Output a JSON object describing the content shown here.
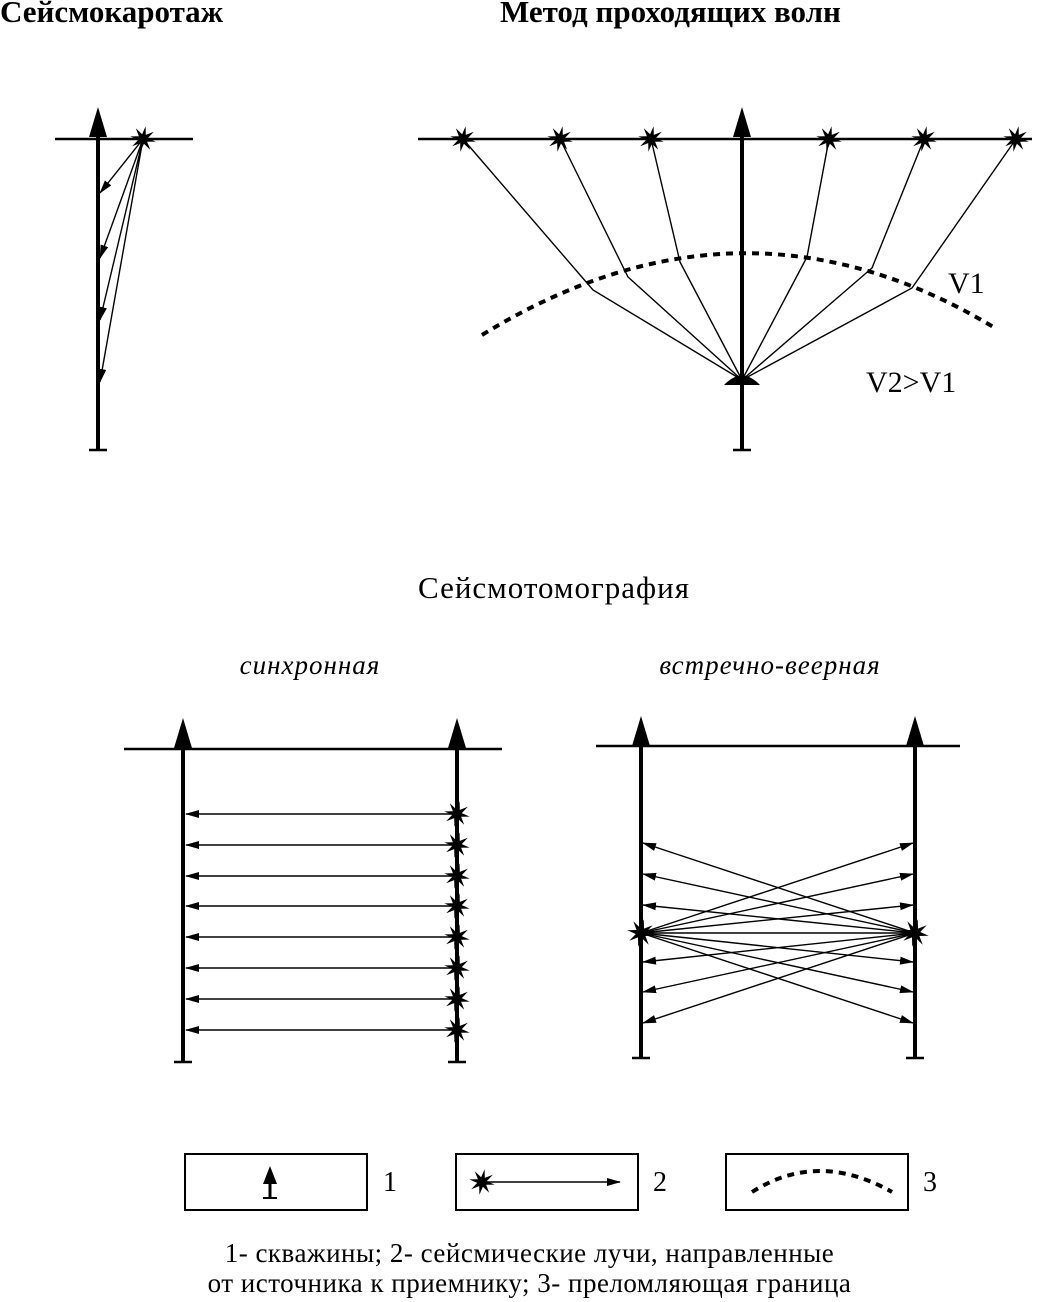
{
  "titles": {
    "seismic_logging": "Сейсмокаротаж",
    "transmitted_waves": "Метод проходящих волн",
    "tomography": "Сейсмотомография",
    "synchronous": "синхронная",
    "counter_fan": "встречно-веерная"
  },
  "labels": {
    "v1": "V1",
    "v2": "V2>V1"
  },
  "legend": {
    "items": [
      {
        "number": "1",
        "symbol": "well-icon"
      },
      {
        "number": "2",
        "symbol": "ray-icon"
      },
      {
        "number": "3",
        "symbol": "refracting-boundary-icon"
      }
    ],
    "caption_line1": "1- скважины; 2- сейсмические лучи, направленные",
    "caption_line2": "от источника к приемнику; 3- преломляющая граница"
  },
  "colors": {
    "ink": "#000000",
    "background": "#ffffff"
  }
}
